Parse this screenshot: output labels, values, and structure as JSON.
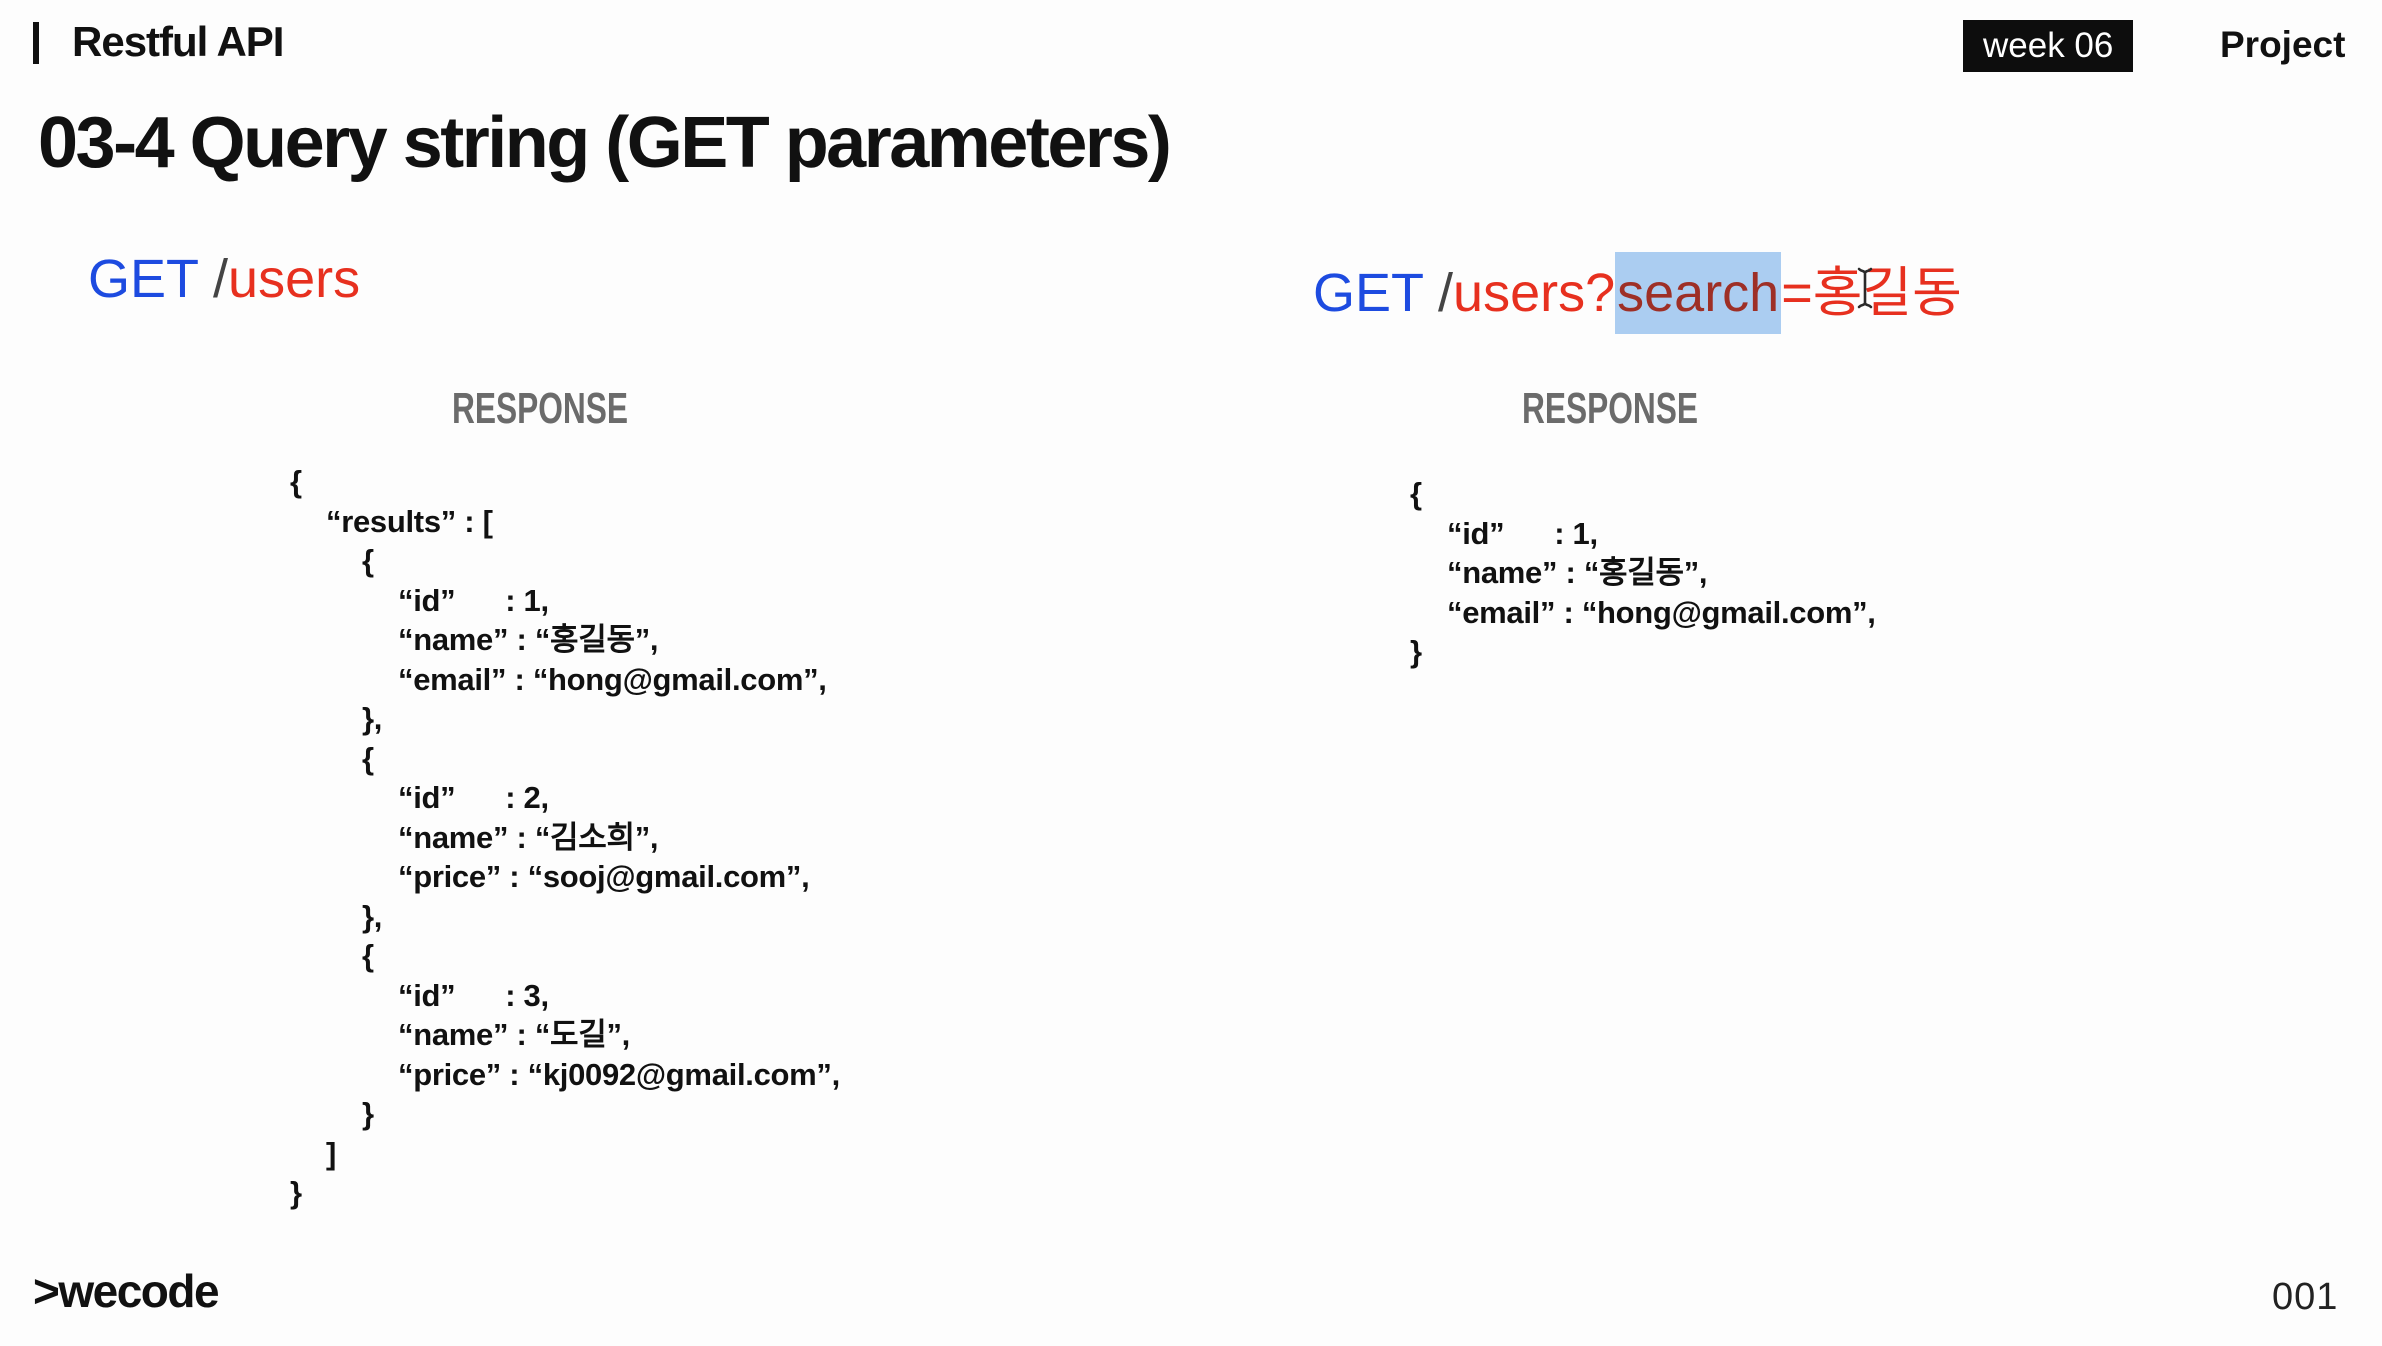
{
  "header": {
    "title": "Restful API",
    "week_badge": "week 06",
    "project_label": "Project"
  },
  "slide": {
    "title": "03-4 Query string (GET parameters)",
    "logo": ">wecode",
    "page_number": "001"
  },
  "left_panel": {
    "request": {
      "method": "GET",
      "separator": "/",
      "path": "users"
    },
    "response_label": "RESPONSE",
    "code_lines": [
      {
        "indent": 0,
        "text": "{"
      },
      {
        "indent": 1,
        "text": "“results” : ["
      },
      {
        "indent": 2,
        "text": "{"
      },
      {
        "indent": 3,
        "text": "“id”      : 1,"
      },
      {
        "indent": 3,
        "text": "“name” : “홍길동”,"
      },
      {
        "indent": 3,
        "text": "“email” : “hong@gmail.com”,"
      },
      {
        "indent": 2,
        "text": "},"
      },
      {
        "indent": 2,
        "text": "{"
      },
      {
        "indent": 3,
        "text": "“id”      : 2,"
      },
      {
        "indent": 3,
        "text": "“name” : “김소희”,"
      },
      {
        "indent": 3,
        "text": "“price” : “sooj@gmail.com”,"
      },
      {
        "indent": 2,
        "text": "},"
      },
      {
        "indent": 2,
        "text": "{"
      },
      {
        "indent": 3,
        "text": "“id”      : 3,"
      },
      {
        "indent": 3,
        "text": "“name” : “도길”,"
      },
      {
        "indent": 3,
        "text": "“price” : “kj0092@gmail.com”,"
      },
      {
        "indent": 2,
        "text": "}"
      },
      {
        "indent": 1,
        "text": "]"
      },
      {
        "indent": 0,
        "text": "}"
      }
    ]
  },
  "right_panel": {
    "request": {
      "method": "GET",
      "separator": "/",
      "path_prefix": "users?",
      "highlighted_param": "search",
      "suffix": "=홍길동"
    },
    "response_label": "RESPONSE",
    "code_lines": [
      {
        "indent": 0,
        "text": "{"
      },
      {
        "indent": 1,
        "text": "“id”      : 1,"
      },
      {
        "indent": 1,
        "text": "“name” : “홍길동”,"
      },
      {
        "indent": 1,
        "text": "“email” : “hong@gmail.com”,"
      },
      {
        "indent": 0,
        "text": "}"
      }
    ]
  },
  "icons": {
    "text_cursor": "i-beam-text-cursor"
  },
  "colors": {
    "method_blue": "#1d4be0",
    "path_red": "#e7301f",
    "separator_dark": "#444444",
    "highlight_bg": "#abcdf1",
    "highlight_text": "#9e2f26",
    "response_gray": "#6b6b6b",
    "badge_bg": "#0d0d0d",
    "badge_text": "#ffffff",
    "text_black": "#111111"
  }
}
